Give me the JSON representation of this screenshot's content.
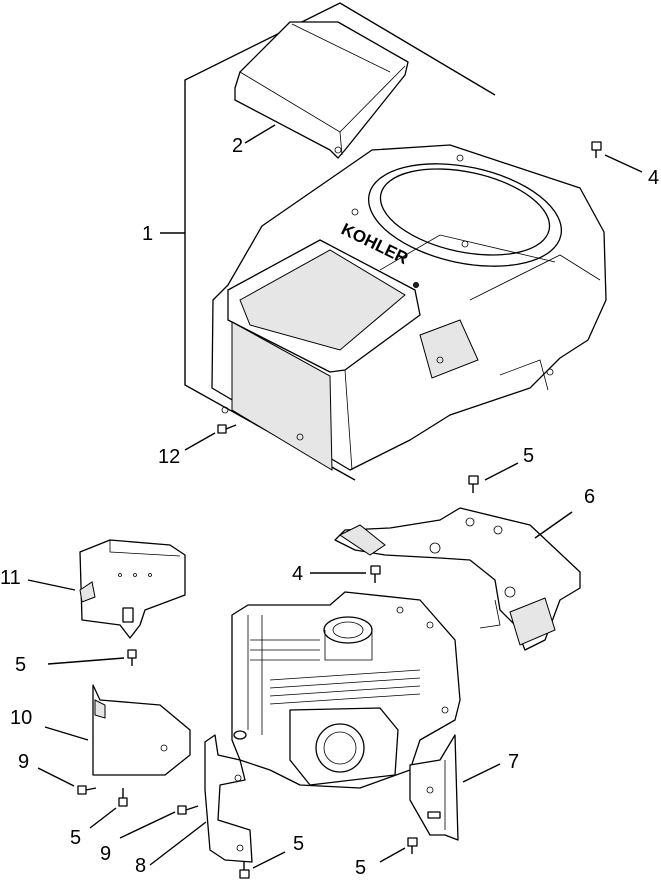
{
  "brand_mark": "KOHLER",
  "callouts": [
    {
      "id": "1",
      "text": "1"
    },
    {
      "id": "2",
      "text": "2"
    },
    {
      "id": "4a",
      "text": "4"
    },
    {
      "id": "12",
      "text": "12"
    },
    {
      "id": "5a",
      "text": "5"
    },
    {
      "id": "6",
      "text": "6"
    },
    {
      "id": "11",
      "text": "11"
    },
    {
      "id": "4b",
      "text": "4"
    },
    {
      "id": "5b",
      "text": "5"
    },
    {
      "id": "10",
      "text": "10"
    },
    {
      "id": "9a",
      "text": "9"
    },
    {
      "id": "7",
      "text": "7"
    },
    {
      "id": "5c",
      "text": "5"
    },
    {
      "id": "9b",
      "text": "9"
    },
    {
      "id": "5d",
      "text": "5"
    },
    {
      "id": "8",
      "text": "8"
    },
    {
      "id": "5e",
      "text": "5"
    }
  ]
}
